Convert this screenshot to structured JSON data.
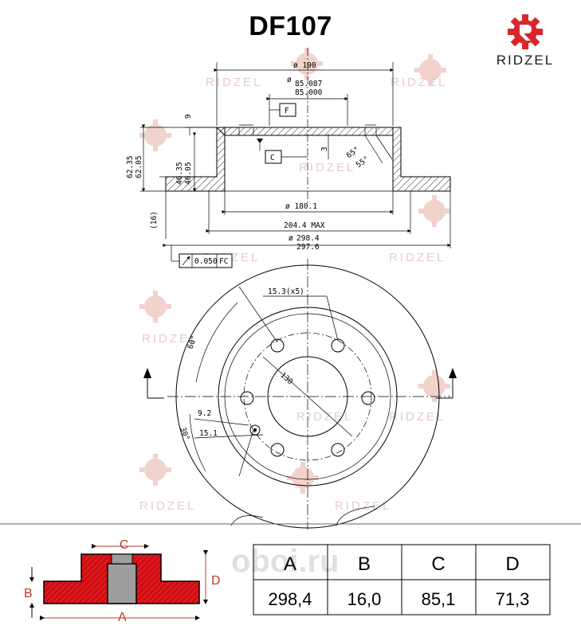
{
  "header": {
    "title": "DF107",
    "brand": "RIDZEL"
  },
  "watermark": {
    "text": "RIDZEL",
    "site": "oboi.ru"
  },
  "drawing": {
    "dim_outer": "ø 190",
    "dim_bore_1": "85.087",
    "dim_bore_2": "85.000",
    "dim_9": "9",
    "label_f": "F",
    "label_c": "C",
    "dim_3": "3",
    "dim_angle_65": "65°",
    "dim_angle_55": "55°",
    "dim_h1_a": "62.35",
    "dim_h1_b": "62.05",
    "dim_h2_a": "46.35",
    "dim_h2_b": "46.05",
    "dim_16": "(16)",
    "dim_180": "ø 180.1",
    "dim_204": "204.4 MAX",
    "dim_298_1": "298.4",
    "dim_298_2": "297.6",
    "tolerance": "0.050",
    "tolerance_ref": "FC",
    "dim_holes": "15.3(x5)",
    "dim_60": "60°",
    "dim_130": "130",
    "dim_9_2": "9.2",
    "dim_15_1": "15.1",
    "dim_30": "30°"
  },
  "legend": {
    "label_a": "A",
    "label_b": "B",
    "label_c": "C",
    "label_d": "D"
  },
  "table": {
    "headers": [
      "A",
      "B",
      "C",
      "D"
    ],
    "values": [
      "298,4",
      "16,0",
      "85,1",
      "71,3"
    ]
  },
  "colors": {
    "accent": "#d9262c",
    "hatch": "#cc1f1f",
    "grey": "#9e9e9e"
  }
}
